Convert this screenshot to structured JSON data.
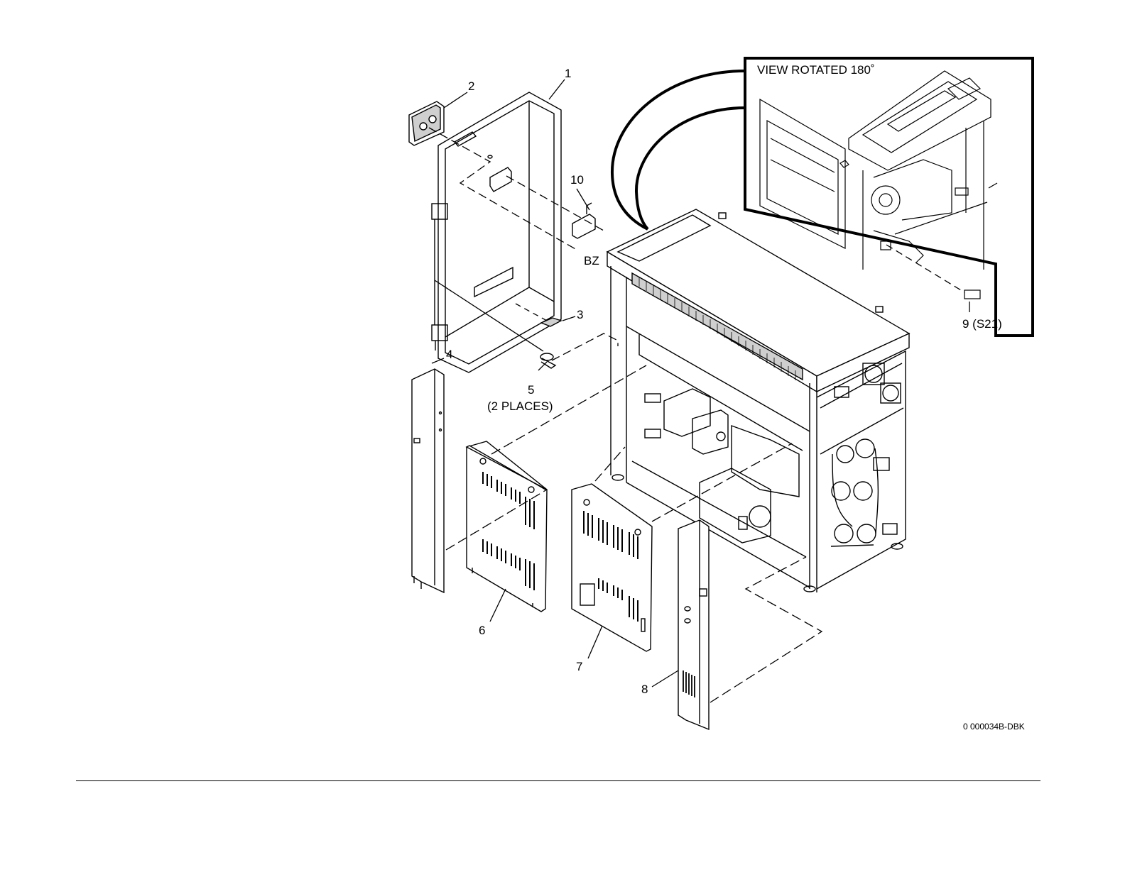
{
  "figure": {
    "inset_title": "VIEW ROTATED 180˚",
    "figure_id": "0 000034B-DBK",
    "callouts": {
      "c1": "1",
      "c2": "2",
      "c3": "3",
      "c4": "4",
      "c5": "5",
      "c5_note": "(2 PLACES)",
      "c6": "6",
      "c7": "7",
      "c8": "8",
      "c9": "9 (S21)",
      "c10": "10",
      "bz": "BZ"
    }
  },
  "colors": {
    "line": "#000000",
    "background": "#ffffff",
    "shade": "#cfcfcf"
  }
}
